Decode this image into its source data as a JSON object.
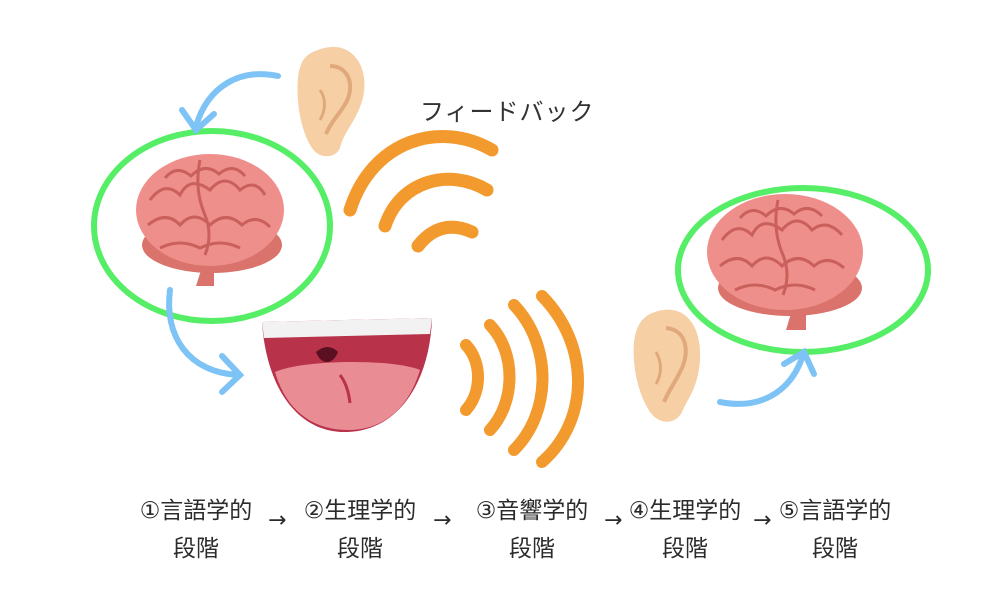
{
  "feedback_label": "フィードバック",
  "stages": [
    {
      "line1": "①言語学的",
      "line2": "段階"
    },
    {
      "line1": "②生理学的",
      "line2": "段階"
    },
    {
      "line1": "③音響学的",
      "line2": "段階"
    },
    {
      "line1": "④生理学的",
      "line2": "段階"
    },
    {
      "line1": "⑤言語学的",
      "line2": "段階"
    }
  ],
  "arrow_glyph": "→",
  "colors": {
    "brain": "#ef8f8b",
    "brain_stem": "#d9736b",
    "highlight_circle": "#55ee66",
    "flow_arrow": "#7ec3f5",
    "sound_wave": "#f39a2e",
    "ear": "#f6cfa5",
    "mouth": "#b8324a",
    "tongue": "#e98c93"
  },
  "icons": [
    "brain-icon",
    "ear-icon",
    "mouth-icon",
    "sound-wave-icon",
    "flow-arrow-icon",
    "highlight-circle"
  ]
}
